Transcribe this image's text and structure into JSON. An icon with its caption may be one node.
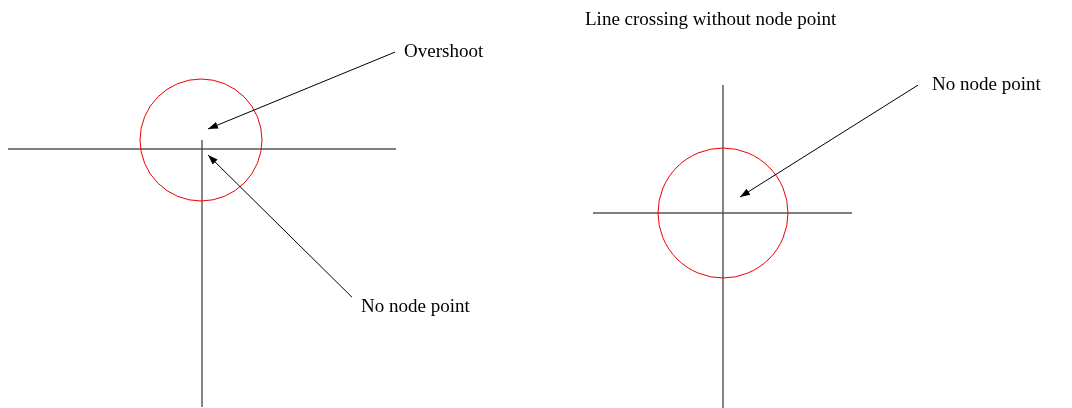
{
  "diagram": {
    "nodes": [
      {
        "text": [
          "Overshoot"
        ]
      },
      {
        "text": [
          "No node point"
        ]
      },
      {
        "text": [
          "No node point"
        ]
      }
    ],
    "edges": [
      {
        "from": 0,
        "to": null,
        "arrow": "to"
      },
      {
        "from": 1,
        "to": null,
        "arrow": "to"
      },
      {
        "from": 2,
        "to": null,
        "arrow": "to"
      }
    ],
    "labels": [
      "Line crossing without node point"
    ]
  }
}
